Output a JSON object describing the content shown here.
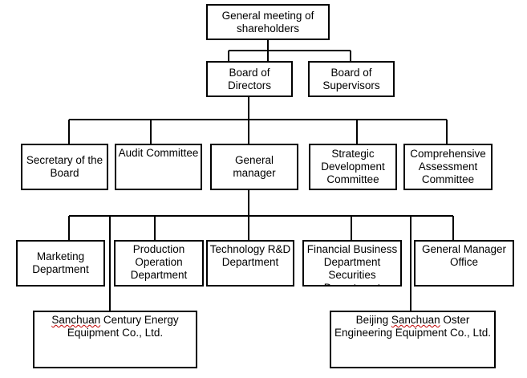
{
  "shareholders": "General meeting of\nshareholders",
  "board_of_directors": "Board of\nDirectors",
  "board_of_supervisors": "Board of\nSupervisors",
  "secretary": "Secretary of the\nBoard",
  "audit": "Audit Committee",
  "general_manager": "General\nmanager",
  "strategic": "Strategic\nDevelopment\nCommittee",
  "assessment": "Comprehensive\nAssessment\nCommittee",
  "marketing": "Marketing\nDepartment",
  "production": "Production\nOperation\nDepartment",
  "technology": "Technology R&D\nDepartment",
  "financial": "Financial Business\nDepartment\nSecurities\nDepartment",
  "gm_office": "General Manager\nOffice",
  "sanchuan_word": "Sanchuan",
  "sanchuan_rest": " Century Energy\nEquipment Co., Ltd.",
  "beijing_pre": "Beijing ",
  "beijing_word": "Sanchuan",
  "beijing_rest": " Oster\nEngineering Equipment Co., Ltd."
}
